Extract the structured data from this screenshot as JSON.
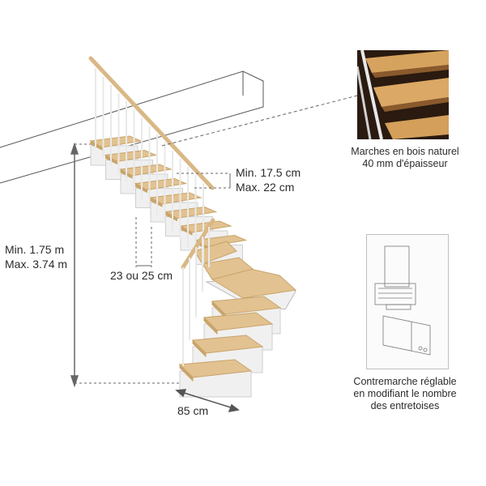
{
  "dimensions": {
    "riser_min": "Min. 17.5 cm",
    "riser_max": "Max. 22 cm",
    "height_min": "Min. 1.75 m",
    "height_max": "Max. 3.74 m",
    "going": "23 ou 25 cm",
    "width": "85 cm"
  },
  "captions": {
    "treads_line1": "Marches en bois naturel",
    "treads_line2": "40 mm d'épaisseur",
    "riser_line1": "Contremarche réglable",
    "riser_line2": "en modifiant le nombre",
    "riser_line3": "des entretoises"
  },
  "colors": {
    "wood": "#e2c290",
    "wood_edge": "#c9a46b",
    "stringer": "#f0f0f0",
    "rail": "#d9b886",
    "guide": "#555555",
    "photo_bg": "#2a1a10"
  },
  "icons": {
    "riser_detail": "riser-spacer-diagram-icon"
  }
}
